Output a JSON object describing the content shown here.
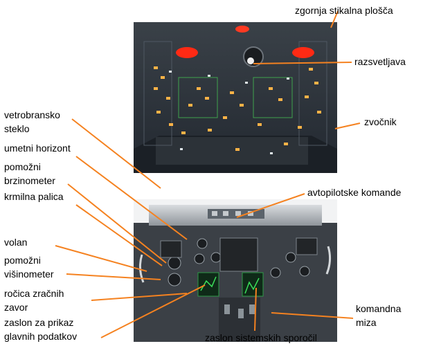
{
  "colors": {
    "leader": "#f58220",
    "text": "#000000",
    "background": "#ffffff"
  },
  "labels": {
    "overhead_panel": "zgornja stikalna plošča",
    "lighting": "razsvetljava",
    "windshield": [
      "vetrobransko",
      "steklo"
    ],
    "speaker": "zvočnik",
    "attitude_indicator": "umetni horizont",
    "standby_airspeed": [
      "pomožni",
      "brzinometer"
    ],
    "control_column": "krmilna palica",
    "autopilot_controls": "avtopilotske komande",
    "yoke": "volan",
    "standby_altimeter": [
      "pomožni",
      "višinometer"
    ],
    "speedbrake_lever": [
      "ročica zračnih",
      "zavor"
    ],
    "primary_display": [
      "zaslon za prikaz",
      "glavnih podatkov"
    ],
    "pedestal": [
      "komandna",
      "miza"
    ],
    "system_messages_display": "zaslon sistemskih sporočil"
  }
}
